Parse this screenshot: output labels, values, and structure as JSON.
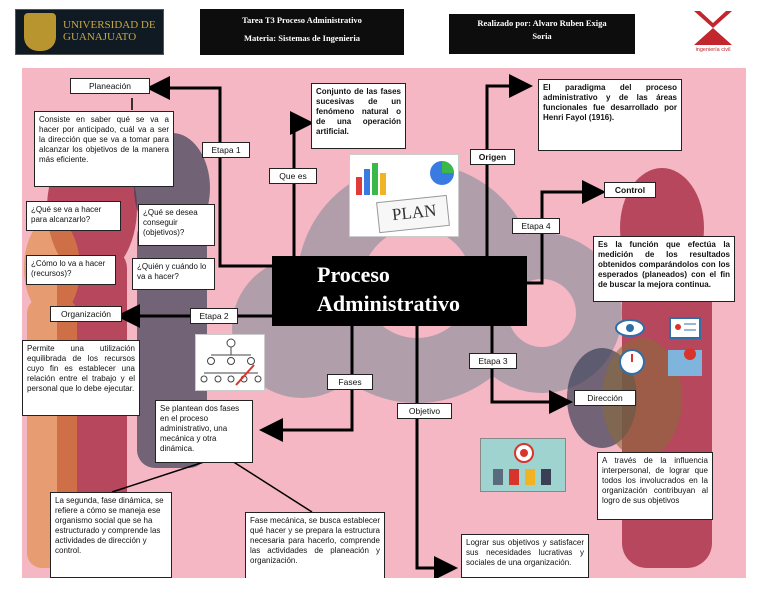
{
  "header": {
    "university_name": "UNIVERSIDAD DE GUANAJUATO",
    "task_line1": "Tarea T3 Proceso Administrativo",
    "task_line2": "Materia: Sistemas de Ingenieria",
    "author_line1": "Realizado por: Alvaro Ruben Exiga",
    "author_line2": "Soria",
    "dept_label": "ingeniería civil"
  },
  "center": {
    "line1": "Proceso",
    "line2": "Administrativo"
  },
  "labels": {
    "que_es": "Que es",
    "origen": "Origen",
    "etapa1": "Etapa 1",
    "etapa2": "Etapa 2",
    "etapa3": "Etapa 3",
    "etapa4": "Etapa 4",
    "fases": "Fases",
    "objetivo": "Objetivo",
    "planeacion": "Planeación",
    "organizacion": "Organización",
    "control": "Control",
    "direccion": "Dirección"
  },
  "texts": {
    "definicion": "Conjunto de las fases sucesivas de un fenómeno natural o de una operación artificial.",
    "origen": "El paradigma del proceso administrativo y de las áreas funcionales fue desarrollado por Henri Fayol (1916).",
    "planeacion": "Consiste en saber qué se va a hacer por anticipado, cuál va a ser la dirección que se va a tomar para alcanzar los objetivos de la manera más eficiente.",
    "pregunta1": "¿Qué se va a hacer para alcanzarlo?",
    "pregunta2": "¿Qué se desea conseguir (objetivos)?",
    "pregunta3": "¿Cómo lo va a hacer (recursos)?",
    "pregunta4": "¿Quién y cuándo lo va a hacer?",
    "organizacion": "Permite una utilización equilibrada de los recursos cuyo fin es establecer una relación entre el trabajo y el personal que lo debe ejecutar.",
    "control": "Es la función que efectúa la medición de los resultados obtenidos comparándolos con los esperados (planeados) con el fin de buscar la mejora continua.",
    "direccion": "A través de la influencia interpersonal, de lograr que todos los involucrados en la organización contribuyan al logro de sus objetivos",
    "fases": "Se plantean dos fases en el proceso administrativo, una mecánica y otra dinámica.",
    "fase_dinamica": "La segunda, fase dinámica, se refiere a cómo se maneja ese organismo social que se ha estructurado y comprende las actividades de dirección y control.",
    "fase_mecanica": "Fase mecánica, se busca establecer qué hacer y se prepara la estructura necesaria para hacerlo, comprende las actividades de planeación y organización.",
    "objetivo": "Lograr sus objetivos y satisfacer sus necesidades lucrativas y sociales de una organización."
  },
  "illustrations": {
    "plan_word": "PLAN"
  }
}
